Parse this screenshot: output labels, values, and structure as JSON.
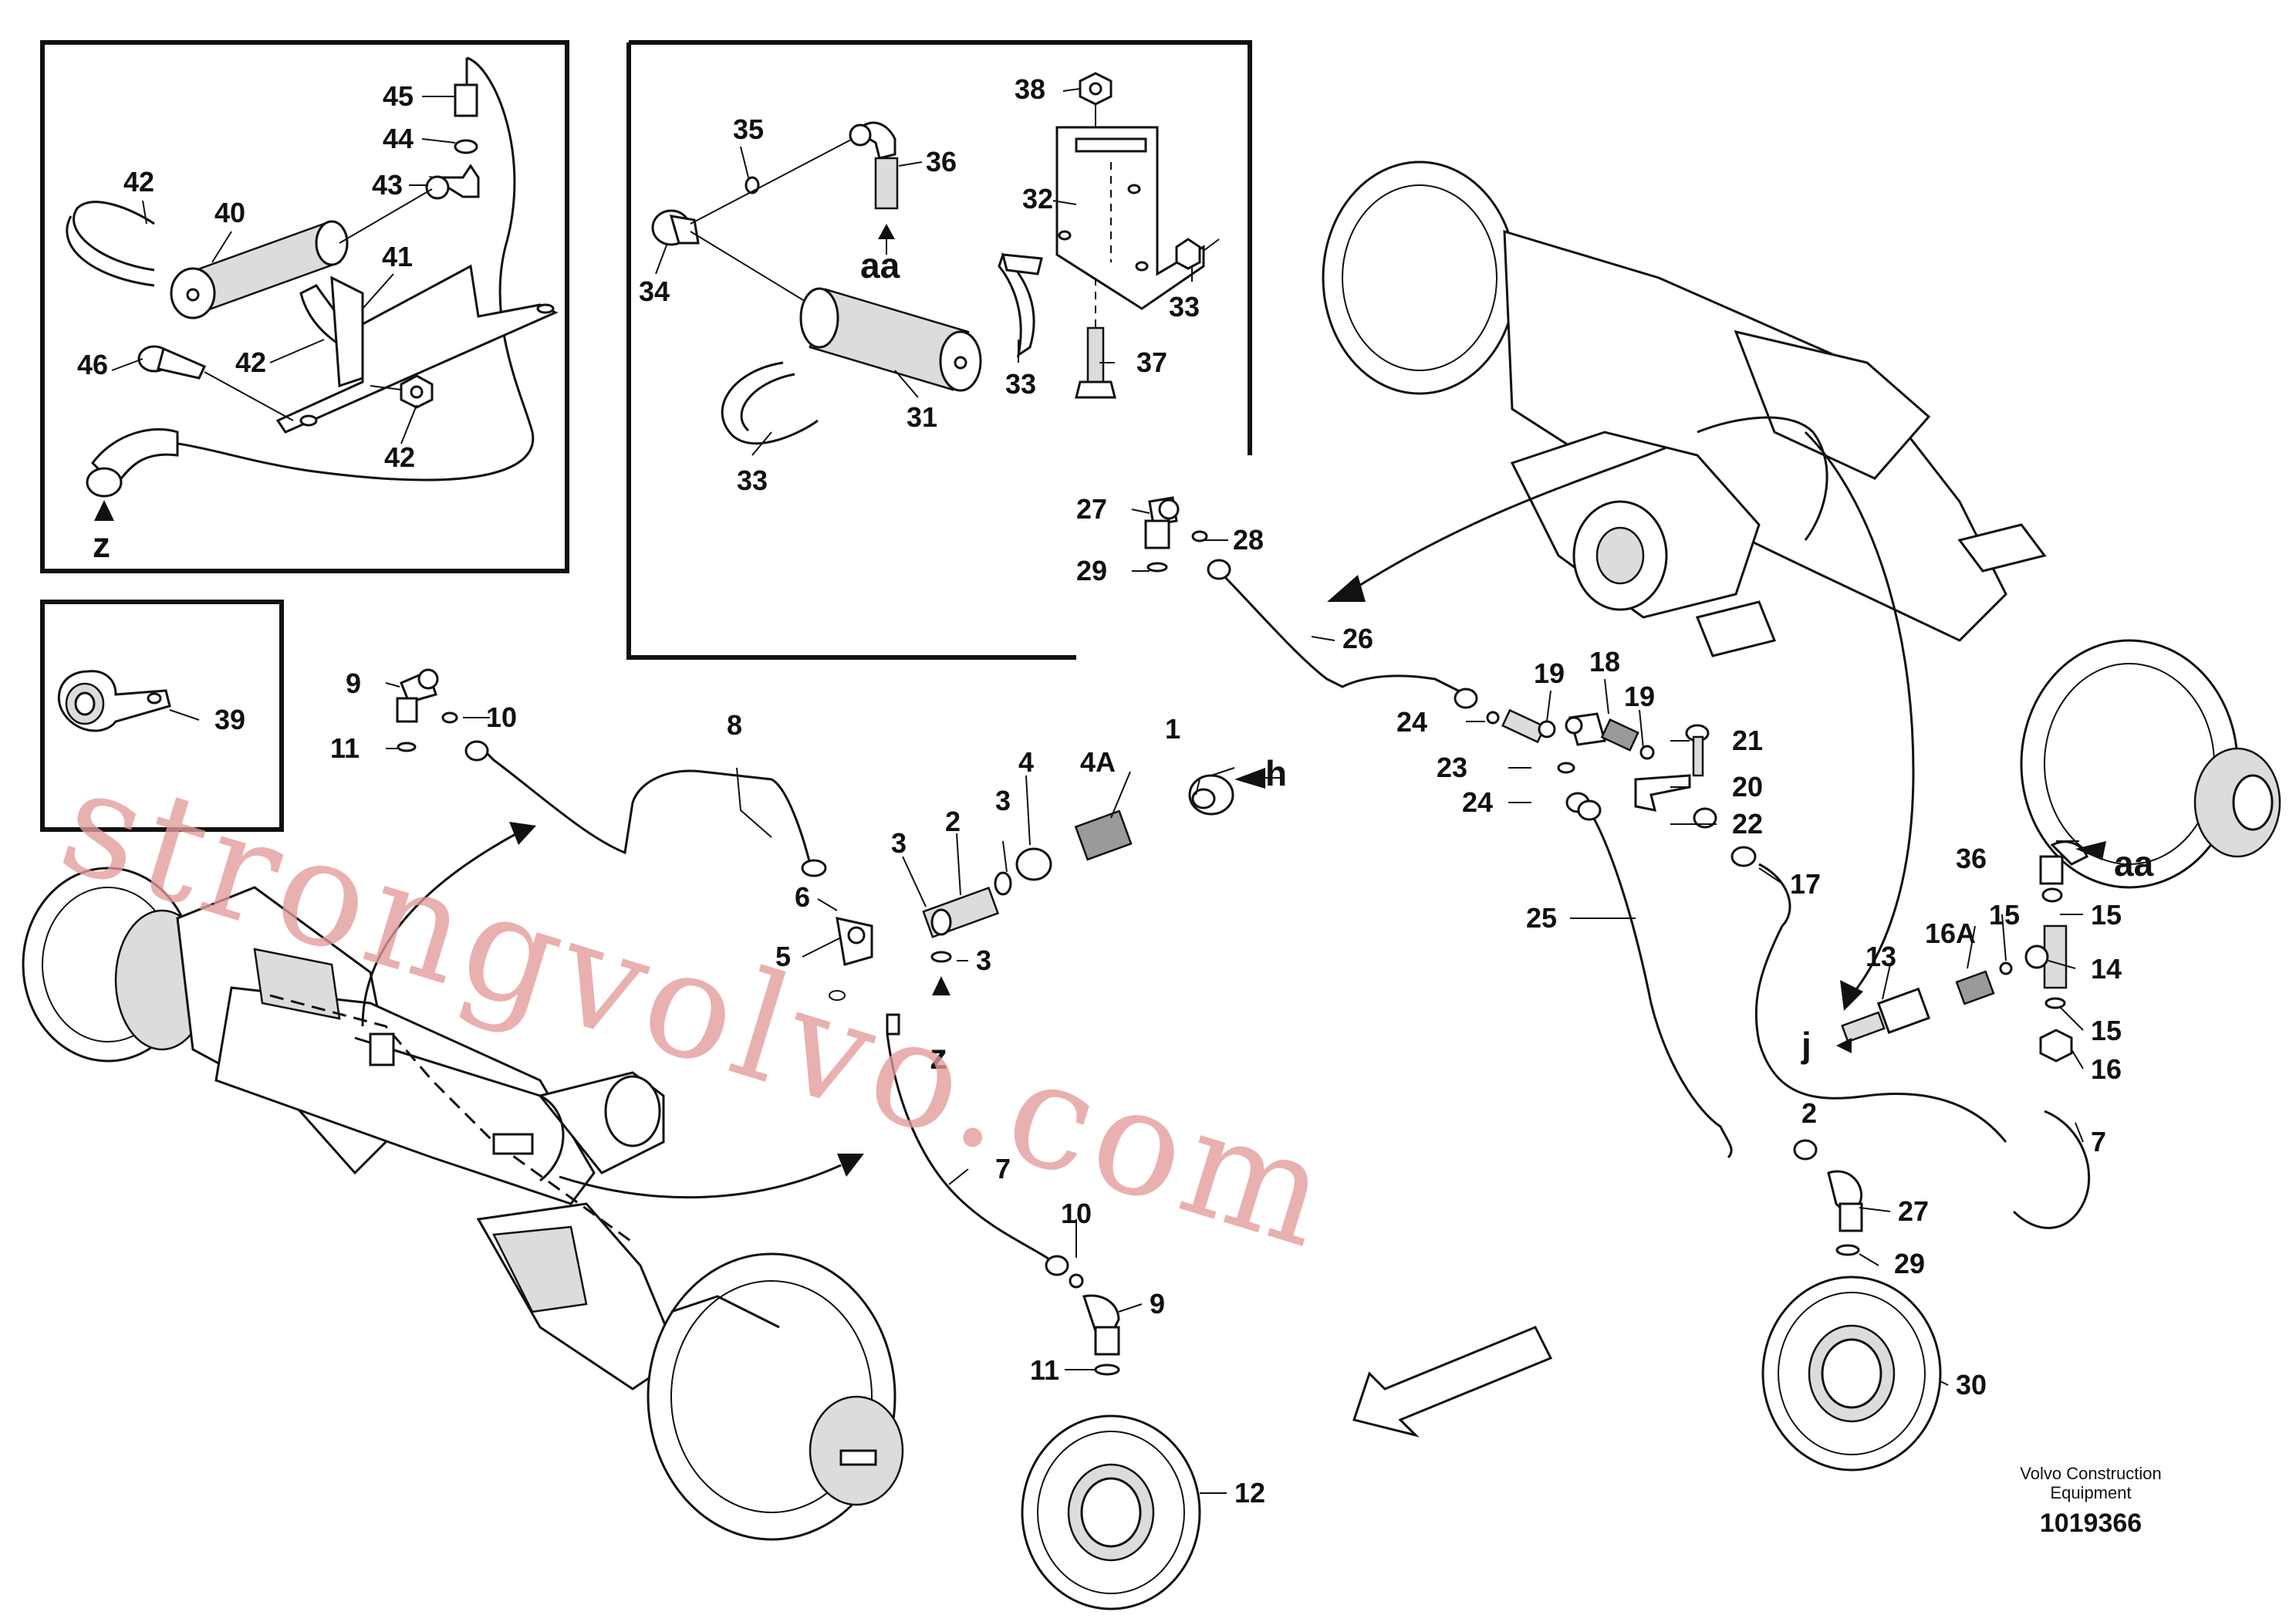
{
  "callouts": {
    "c45": "45",
    "c44": "44",
    "c43": "43",
    "c42a": "42",
    "c40": "40",
    "c41": "41",
    "c42b": "42",
    "c46": "46",
    "c42c": "42",
    "z1": "z",
    "c35": "35",
    "c36a": "36",
    "aa1": "aa",
    "c38": "38",
    "c32": "32",
    "c34": "34",
    "c31": "31",
    "c33a": "33",
    "c33b": "33",
    "c33c": "33",
    "c37": "37",
    "c39": "39",
    "c27a": "27",
    "c28": "28",
    "c29a": "29",
    "c26": "26",
    "c9a": "9",
    "c10a": "10",
    "c11a": "11",
    "c8": "8",
    "c19a": "19",
    "c18": "18",
    "c19b": "19",
    "c24a": "24",
    "c21": "21",
    "c23": "23",
    "c20": "20",
    "c24b": "24",
    "c22": "22",
    "c25": "25",
    "c17": "17",
    "c1": "1",
    "h": "h",
    "c4": "4",
    "c4A": "4A",
    "c3a": "3",
    "c2": "2",
    "c3b": "3",
    "c6": "6",
    "c5": "5",
    "c3c": "3",
    "z2": "z",
    "c36b": "36",
    "aa2": "aa",
    "c15a": "15",
    "c16A": "16A",
    "c15b": "15",
    "c14": "14",
    "c13": "13",
    "j": "j",
    "c15c": "15",
    "c16": "16",
    "c7b": "7",
    "c7": "7",
    "c10b": "10",
    "c9b": "9",
    "c11b": "11",
    "c12": "12",
    "c27b": "27",
    "c29b": "29",
    "c30": "30",
    "c2x": "2"
  },
  "footer": {
    "caption_line1": "Volvo Construction",
    "caption_line2": "Equipment",
    "doc_number": "1019366"
  },
  "watermark": "strongvolvo.com"
}
